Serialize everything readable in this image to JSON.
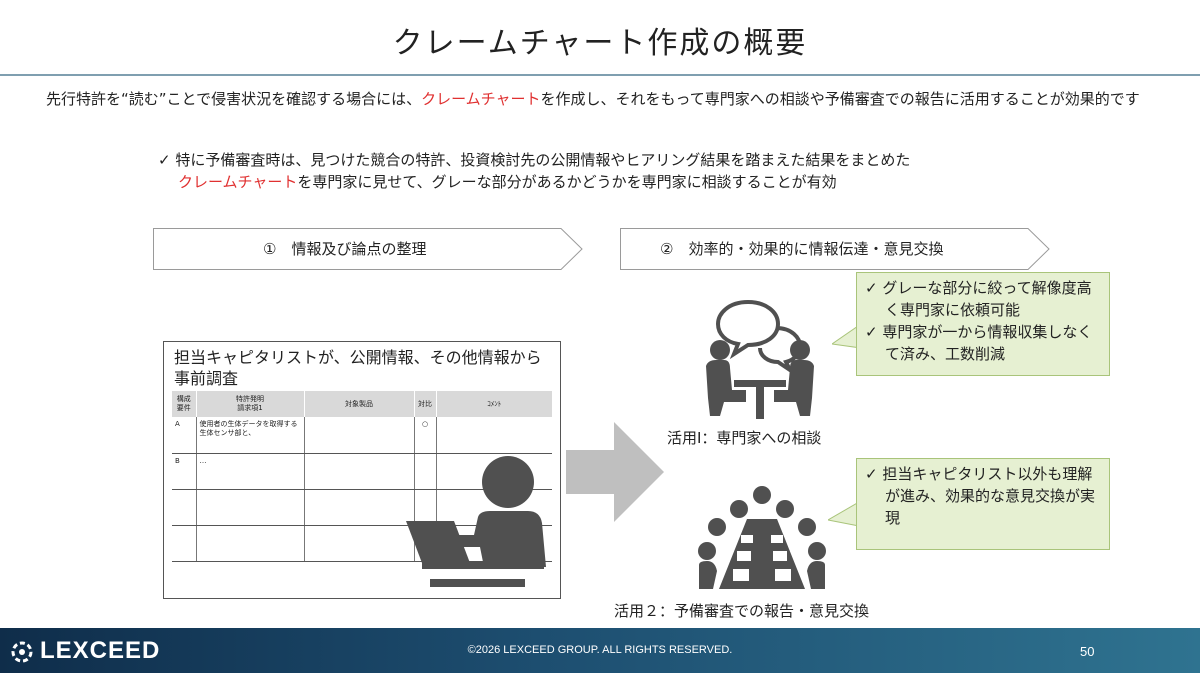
{
  "title": "クレームチャート作成の概要",
  "intro": {
    "part1": "先行特許を“読む”ことで侵害状況を確認する場合には、",
    "highlight": "クレームチャート",
    "part2": "を作成し、それをもって専門家への相談や予備審査での報告に活用することが効果的です"
  },
  "note": {
    "check": "✓",
    "line1": "特に予備審査時は、見つけた競合の特許、投資検討先の公開情報やヒアリング結果を踏まえた結果をまとめた",
    "highlight": "クレームチャート",
    "line2": "を専門家に見せて、グレーな部分があるかどうかを専門家に相談することが有効"
  },
  "steps": [
    {
      "label": "①　情報及び論点の整理"
    },
    {
      "label": "②　効率的・効果的に情報伝達・意見交換"
    }
  ],
  "sheet": {
    "title": "担当キャピタリストが、公開情報、その他情報から事前調査",
    "headers": [
      "構成\n要件",
      "特許発明\n請求項1",
      "対象製品",
      "対比",
      "ｺﾒﾝﾄ"
    ],
    "rows": [
      [
        "A",
        "使用者の生体データを取得する生体センサ部と、",
        "",
        "○",
        ""
      ],
      [
        "B",
        "…",
        "",
        "",
        ""
      ],
      [
        "",
        "",
        "",
        "",
        ""
      ],
      [
        "",
        "",
        "",
        "",
        ""
      ]
    ]
  },
  "use1": {
    "caption": "活用Ⅰ：専門家への相談",
    "bullets": [
      "✓ グレーな部分に絞って解像度高く専門家に依頼可能",
      "✓ 専門家が一から情報収集しなくて済み、工数削減"
    ]
  },
  "use2": {
    "caption": "活用２：予備審査での報告・意見交換",
    "bullets": [
      "✓ 担当キャピタリスト以外も理解が進み、効果的な意見交換が実現"
    ]
  },
  "footer": {
    "brand": "LEXCEED",
    "copyright": "©2026 LEXCEED GROUP. ALL RIGHTS RESERVED.",
    "page": "50"
  },
  "colors": {
    "highlight": "#e03030",
    "callout_bg": "#e6f0d2",
    "footer": "#1d4e70"
  }
}
